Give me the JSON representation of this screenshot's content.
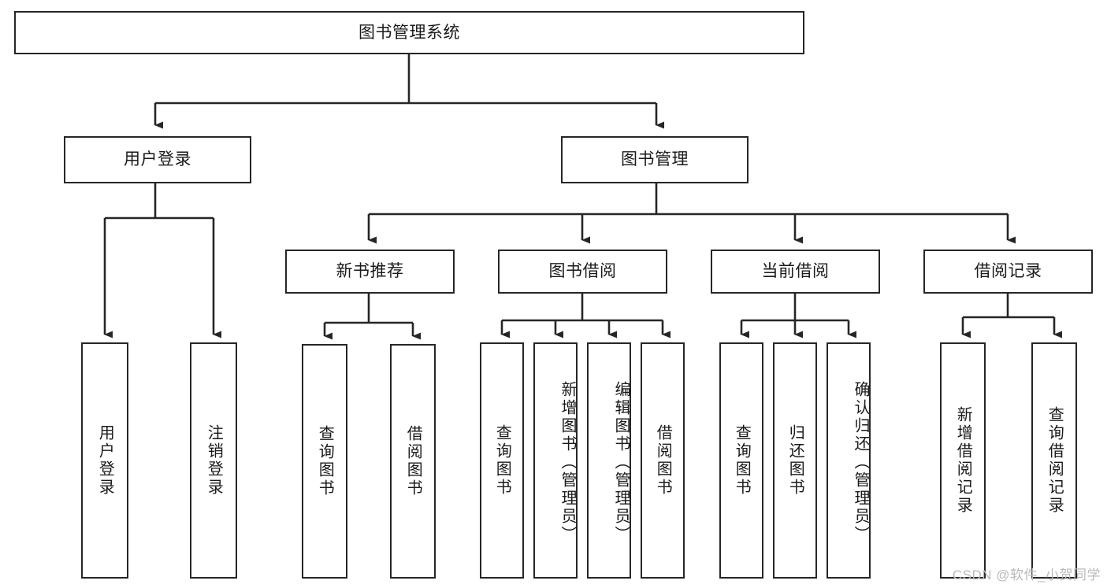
{
  "diagram": {
    "title": "图书管理系统",
    "type": "tree",
    "colors": {
      "box_border": "#262626",
      "box_fill": "#ffffff",
      "connector": "#262626",
      "text": "#1a1a1a",
      "watermark": "#b9b9b9"
    },
    "watermark": "CSDN @软件_小贺同学",
    "nodes": {
      "root": {
        "label": "图书管理系统",
        "orientation": "horizontal"
      },
      "l1": [
        {
          "id": "user-login",
          "label": "用户登录",
          "orientation": "horizontal"
        },
        {
          "id": "book-manage",
          "label": "图书管理",
          "orientation": "horizontal"
        }
      ],
      "l2": [
        {
          "id": "new-book-recommend",
          "label": "新书推荐",
          "orientation": "horizontal"
        },
        {
          "id": "book-borrow",
          "label": "图书借阅",
          "orientation": "horizontal"
        },
        {
          "id": "current-borrow",
          "label": "当前借阅",
          "orientation": "horizontal"
        },
        {
          "id": "borrow-record",
          "label": "借阅记录",
          "orientation": "horizontal"
        }
      ],
      "leaves": {
        "user-login": [
          {
            "id": "leaf-user-login",
            "label": "用户登录",
            "orientation": "vertical",
            "align": "centered"
          },
          {
            "id": "leaf-user-logout",
            "label": "注销登录",
            "orientation": "vertical",
            "align": "centered"
          }
        ],
        "new-book-recommend": [
          {
            "id": "leaf-query-book-1",
            "label": "查询图书",
            "orientation": "vertical",
            "align": "centered"
          },
          {
            "id": "leaf-borrow-book-1",
            "label": "借阅图书",
            "orientation": "vertical",
            "align": "centered"
          }
        ],
        "book-borrow": [
          {
            "id": "leaf-query-book-2",
            "label": "查询图书",
            "orientation": "vertical",
            "align": "centered"
          },
          {
            "id": "leaf-add-book",
            "label": "新增图书（管理员）",
            "orientation": "vertical",
            "align": "top"
          },
          {
            "id": "leaf-edit-book",
            "label": "编辑图书（管理员）",
            "orientation": "vertical",
            "align": "top"
          },
          {
            "id": "leaf-borrow-book-2",
            "label": "借阅图书",
            "orientation": "vertical",
            "align": "centered"
          }
        ],
        "current-borrow": [
          {
            "id": "leaf-query-book-3",
            "label": "查询图书",
            "orientation": "vertical",
            "align": "centered"
          },
          {
            "id": "leaf-return-book",
            "label": "归还图书",
            "orientation": "vertical",
            "align": "centered"
          },
          {
            "id": "leaf-confirm-return",
            "label": "确认归还（管理员）",
            "orientation": "vertical",
            "align": "top"
          }
        ],
        "borrow-record": [
          {
            "id": "leaf-add-borrow-record",
            "label": "新增借阅记录",
            "orientation": "vertical",
            "align": "centered"
          },
          {
            "id": "leaf-query-borrow-record",
            "label": "查询借阅记录",
            "orientation": "vertical",
            "align": "centered"
          }
        ]
      }
    }
  }
}
